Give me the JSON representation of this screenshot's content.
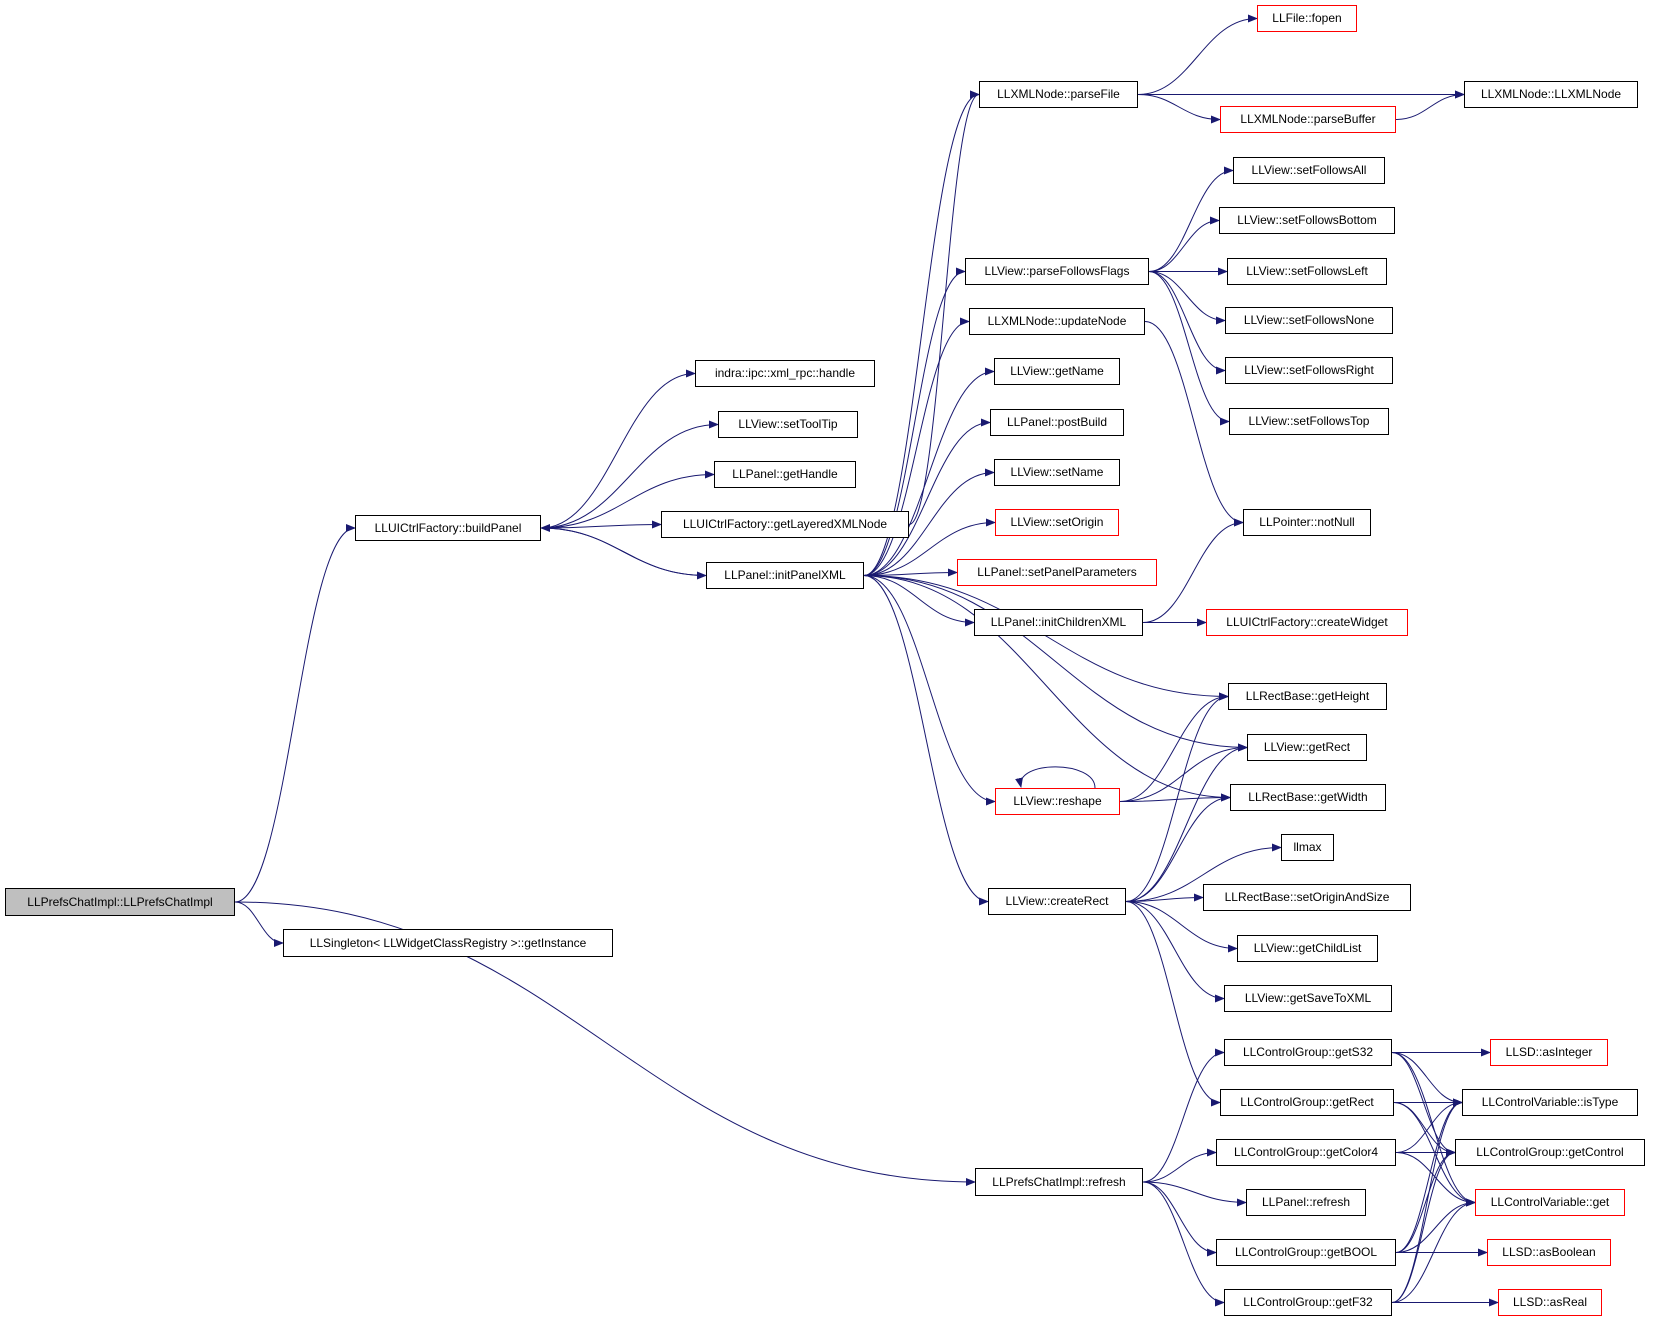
{
  "colors": {
    "edge": "#191970",
    "node_border": "#000000",
    "node_border_external": "#ff0000",
    "root_fill": "#bfbfbf"
  },
  "nodes": [
    {
      "id": "root",
      "label": "LLPrefsChatImpl::LLPrefsChatImpl",
      "style": "root"
    },
    {
      "id": "buildPanel",
      "label": "LLUICtrlFactory::buildPanel"
    },
    {
      "id": "getInstance",
      "label": "LLSingleton< LLWidgetClassRegistry >::getInstance"
    },
    {
      "id": "refresh",
      "label": "LLPrefsChatImpl::refresh"
    },
    {
      "id": "xmlrpc",
      "label": "indra::ipc::xml_rpc::handle"
    },
    {
      "id": "setToolTip",
      "label": "LLView::setToolTip"
    },
    {
      "id": "getHandle",
      "label": "LLPanel::getHandle"
    },
    {
      "id": "getLayered",
      "label": "LLUICtrlFactory::getLayeredXMLNode"
    },
    {
      "id": "initPanelXML",
      "label": "LLPanel::initPanelXML"
    },
    {
      "id": "parseFile",
      "label": "LLXMLNode::parseFile"
    },
    {
      "id": "parseFollows",
      "label": "LLView::parseFollowsFlags"
    },
    {
      "id": "updateNode",
      "label": "LLXMLNode::updateNode"
    },
    {
      "id": "getName",
      "label": "LLView::getName"
    },
    {
      "id": "postBuild",
      "label": "LLPanel::postBuild"
    },
    {
      "id": "setName",
      "label": "LLView::setName"
    },
    {
      "id": "setOrigin",
      "label": "LLView::setOrigin",
      "style": "red"
    },
    {
      "id": "setPanelParams",
      "label": "LLPanel::setPanelParameters",
      "style": "red"
    },
    {
      "id": "initChildren",
      "label": "LLPanel::initChildrenXML"
    },
    {
      "id": "reshape",
      "label": "LLView::reshape",
      "style": "red"
    },
    {
      "id": "createRect",
      "label": "LLView::createRect"
    },
    {
      "id": "fopen",
      "label": "LLFile::fopen",
      "style": "red"
    },
    {
      "id": "parseBuffer",
      "label": "LLXMLNode::parseBuffer",
      "style": "red"
    },
    {
      "id": "llxmlnode",
      "label": "LLXMLNode::LLXMLNode"
    },
    {
      "id": "sfAll",
      "label": "LLView::setFollowsAll"
    },
    {
      "id": "sfBottom",
      "label": "LLView::setFollowsBottom"
    },
    {
      "id": "sfLeft",
      "label": "LLView::setFollowsLeft"
    },
    {
      "id": "sfNone",
      "label": "LLView::setFollowsNone"
    },
    {
      "id": "sfRight",
      "label": "LLView::setFollowsRight"
    },
    {
      "id": "sfTop",
      "label": "LLView::setFollowsTop"
    },
    {
      "id": "notNull",
      "label": "LLPointer::notNull"
    },
    {
      "id": "createWidget",
      "label": "LLUICtrlFactory::createWidget",
      "style": "red"
    },
    {
      "id": "getHeight",
      "label": "LLRectBase::getHeight"
    },
    {
      "id": "getRect",
      "label": "LLView::getRect"
    },
    {
      "id": "getWidth",
      "label": "LLRectBase::getWidth"
    },
    {
      "id": "llmax",
      "label": "llmax"
    },
    {
      "id": "setOriginAndSize",
      "label": "LLRectBase::setOriginAndSize"
    },
    {
      "id": "getChildList",
      "label": "LLView::getChildList"
    },
    {
      "id": "getSaveToXML",
      "label": "LLView::getSaveToXML"
    },
    {
      "id": "getS32",
      "label": "LLControlGroup::getS32"
    },
    {
      "id": "cgGetRect",
      "label": "LLControlGroup::getRect"
    },
    {
      "id": "getColor4",
      "label": "LLControlGroup::getColor4"
    },
    {
      "id": "panelRefresh",
      "label": "LLPanel::refresh"
    },
    {
      "id": "getBOOL",
      "label": "LLControlGroup::getBOOL"
    },
    {
      "id": "getF32",
      "label": "LLControlGroup::getF32"
    },
    {
      "id": "asInteger",
      "label": "LLSD::asInteger",
      "style": "red"
    },
    {
      "id": "isType",
      "label": "LLControlVariable::isType"
    },
    {
      "id": "getControl",
      "label": "LLControlGroup::getControl"
    },
    {
      "id": "cvGet",
      "label": "LLControlVariable::get",
      "style": "red"
    },
    {
      "id": "asBoolean",
      "label": "LLSD::asBoolean",
      "style": "red"
    },
    {
      "id": "asReal",
      "label": "LLSD::asReal",
      "style": "red"
    }
  ],
  "edges": [
    [
      "root",
      "buildPanel"
    ],
    [
      "root",
      "getInstance"
    ],
    [
      "root",
      "refresh"
    ],
    [
      "buildPanel",
      "xmlrpc"
    ],
    [
      "buildPanel",
      "setToolTip"
    ],
    [
      "buildPanel",
      "getHandle"
    ],
    [
      "buildPanel",
      "getLayered"
    ],
    [
      "buildPanel",
      "initPanelXML"
    ],
    [
      "initPanelXML",
      "buildPanel"
    ],
    [
      "getLayered",
      "parseFile"
    ],
    [
      "parseFile",
      "fopen"
    ],
    [
      "parseFile",
      "llxmlnode"
    ],
    [
      "parseFile",
      "parseBuffer"
    ],
    [
      "parseBuffer",
      "llxmlnode"
    ],
    [
      "initPanelXML",
      "parseFile"
    ],
    [
      "initPanelXML",
      "parseFollows"
    ],
    [
      "initPanelXML",
      "updateNode"
    ],
    [
      "initPanelXML",
      "getName"
    ],
    [
      "initPanelXML",
      "postBuild"
    ],
    [
      "initPanelXML",
      "setName"
    ],
    [
      "initPanelXML",
      "setOrigin"
    ],
    [
      "initPanelXML",
      "setPanelParams"
    ],
    [
      "initPanelXML",
      "initChildren"
    ],
    [
      "initPanelXML",
      "getHeight"
    ],
    [
      "initPanelXML",
      "getRect"
    ],
    [
      "initPanelXML",
      "reshape"
    ],
    [
      "initPanelXML",
      "getWidth"
    ],
    [
      "initPanelXML",
      "createRect"
    ],
    [
      "parseFollows",
      "sfAll"
    ],
    [
      "parseFollows",
      "sfBottom"
    ],
    [
      "parseFollows",
      "sfLeft"
    ],
    [
      "parseFollows",
      "sfNone"
    ],
    [
      "parseFollows",
      "sfRight"
    ],
    [
      "parseFollows",
      "sfTop"
    ],
    [
      "updateNode",
      "notNull"
    ],
    [
      "initChildren",
      "notNull"
    ],
    [
      "initChildren",
      "createWidget"
    ],
    [
      "reshape",
      "reshape"
    ],
    [
      "reshape",
      "getRect"
    ],
    [
      "reshape",
      "getWidth"
    ],
    [
      "reshape",
      "getHeight"
    ],
    [
      "createRect",
      "getHeight"
    ],
    [
      "createRect",
      "getRect"
    ],
    [
      "createRect",
      "getWidth"
    ],
    [
      "createRect",
      "llmax"
    ],
    [
      "createRect",
      "setOriginAndSize"
    ],
    [
      "createRect",
      "getChildList"
    ],
    [
      "createRect",
      "getSaveToXML"
    ],
    [
      "createRect",
      "cgGetRect"
    ],
    [
      "refresh",
      "getS32"
    ],
    [
      "refresh",
      "getColor4"
    ],
    [
      "refresh",
      "panelRefresh"
    ],
    [
      "refresh",
      "getBOOL"
    ],
    [
      "refresh",
      "getF32"
    ],
    [
      "getS32",
      "asInteger"
    ],
    [
      "getS32",
      "isType"
    ],
    [
      "getS32",
      "getControl"
    ],
    [
      "getS32",
      "cvGet"
    ],
    [
      "cgGetRect",
      "isType"
    ],
    [
      "cgGetRect",
      "getControl"
    ],
    [
      "cgGetRect",
      "cvGet"
    ],
    [
      "getColor4",
      "isType"
    ],
    [
      "getColor4",
      "getControl"
    ],
    [
      "getColor4",
      "cvGet"
    ],
    [
      "getBOOL",
      "isType"
    ],
    [
      "getBOOL",
      "getControl"
    ],
    [
      "getBOOL",
      "cvGet"
    ],
    [
      "getBOOL",
      "asBoolean"
    ],
    [
      "getF32",
      "isType"
    ],
    [
      "getF32",
      "getControl"
    ],
    [
      "getF32",
      "cvGet"
    ],
    [
      "getF32",
      "asReal"
    ]
  ]
}
